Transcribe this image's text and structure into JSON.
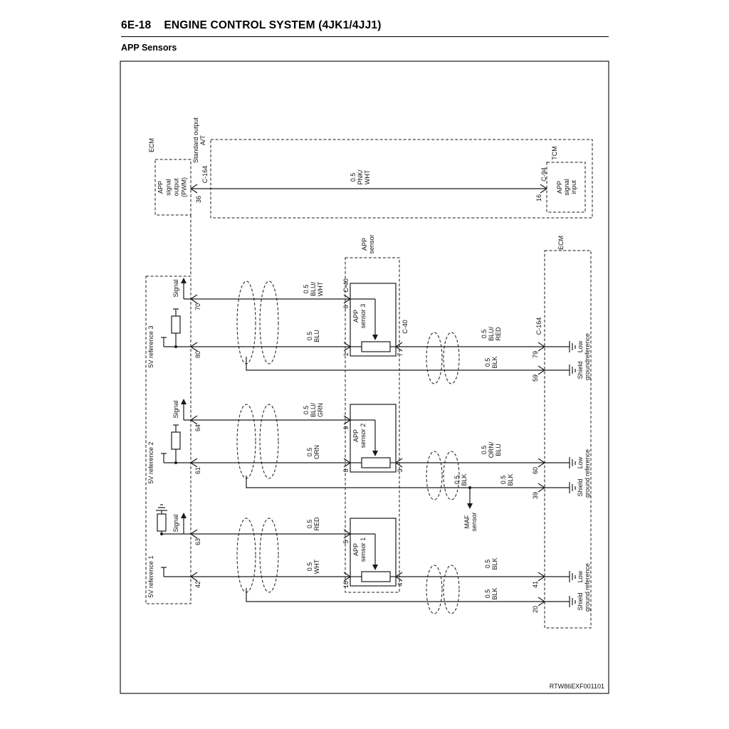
{
  "page": {
    "number": "6E-18",
    "title": "ENGINE CONTROL SYSTEM (4JK1/4JJ1)",
    "section": "APP Sensors",
    "figure_id": "RTW86EXF001101"
  },
  "top": {
    "ecm_label": "ECM",
    "ecm_block": [
      "APP",
      "signal",
      "output",
      "(PWM)"
    ],
    "option": [
      "Standard output",
      "A/T"
    ],
    "pin_out": "36",
    "conn_out": "C-164",
    "wire": [
      "0.5",
      "PNK/",
      "WHT"
    ],
    "pin_in": "16",
    "conn_in": "C-94",
    "tcm_label": "TCM",
    "tcm_block": [
      "APP",
      "signal",
      "input"
    ]
  },
  "center_label": [
    "APP",
    "sensor"
  ],
  "right_ecm_label": "ECM",
  "sensors": [
    {
      "name": [
        "APP",
        "sensor 3"
      ],
      "ref_label": "5V reference 3",
      "signal_label": "Signal",
      "pin_signal": "70",
      "pin_ref": "80",
      "conn_left": "C-40",
      "conn_right": "C-40",
      "conn_ecm": "C-164",
      "wire_signal": [
        "0.5",
        "BLU/",
        "WHT"
      ],
      "wire_ref": [
        "0.5",
        "BLU"
      ],
      "wire_lowref": [
        "0.5",
        "BLU/",
        "RED"
      ],
      "wire_shield": [
        "0.5",
        "BLK"
      ],
      "spin_signal": "6",
      "spin_ref": "1",
      "spin_out": "7",
      "epin_lowref": "79",
      "epin_shield": "59",
      "lowref_label": [
        "Low",
        "reference"
      ],
      "shield_label": [
        "Shield",
        "ground"
      ]
    },
    {
      "name": [
        "APP",
        "sensor 2"
      ],
      "ref_label": "5V reference 2",
      "signal_label": "Signal",
      "pin_signal": "64",
      "pin_ref": "61",
      "wire_signal": [
        "0.5",
        "BLU/",
        "GRN"
      ],
      "wire_ref": [
        "0.5",
        "ORN"
      ],
      "wire_lowref": [
        "0.5",
        "ORN/",
        "BLU"
      ],
      "wire_shield": [
        "0.5",
        "BLK"
      ],
      "wire_shield2": [
        "0.5",
        "BLK"
      ],
      "maf_label": [
        "MAF",
        "sensor"
      ],
      "spin_signal": "9",
      "spin_ref": "8",
      "spin_out": "3",
      "epin_lowref": "60",
      "epin_shield": "39",
      "lowref_label": [
        "Low",
        "reference"
      ],
      "shield_label": [
        "Shield",
        "ground"
      ]
    },
    {
      "name": [
        "APP",
        "sensor 1"
      ],
      "ref_label": "5V reference 1",
      "signal_label": "Signal",
      "pin_signal": "63",
      "pin_ref": "42",
      "wire_signal": [
        "0.5",
        "RED"
      ],
      "wire_ref": [
        "0.5",
        "WHT"
      ],
      "wire_lowref": [
        "0.5",
        "BLK"
      ],
      "wire_shield": [
        "0.5",
        "BLK"
      ],
      "spin_signal": "5",
      "spin_ref": "10",
      "spin_out": "4",
      "epin_lowref": "41",
      "epin_shield": "20",
      "lowref_label": [
        "Low",
        "reference"
      ],
      "shield_label": [
        "Shield",
        "ground"
      ]
    }
  ]
}
